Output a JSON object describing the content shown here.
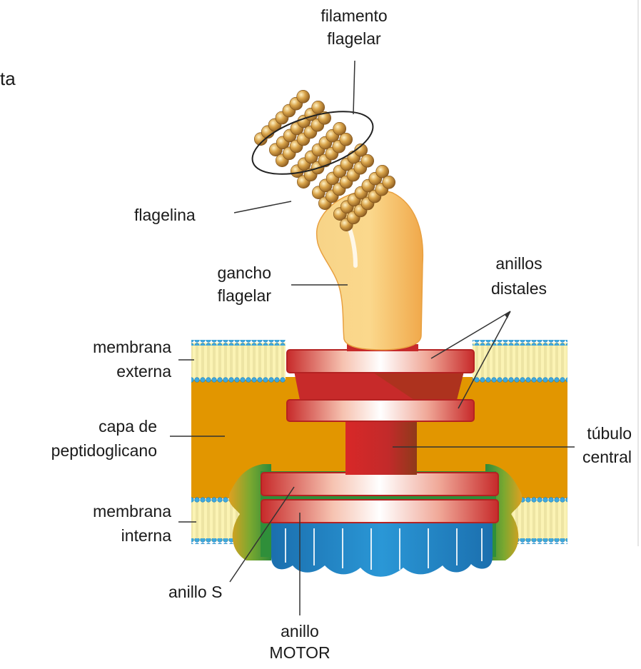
{
  "partial_text": "ta",
  "labels": {
    "filamento": "filamento",
    "flagelar_top": "flagelar",
    "flagelina": "flagelina",
    "gancho": "gancho",
    "gancho_flagelar": "flagelar",
    "anillos": "anillos",
    "distales": "distales",
    "membrana_ext": "membrana",
    "externa": "externa",
    "capa_de": "capa de",
    "peptidoglicano": "peptidoglicano",
    "tubulo": "túbulo",
    "central": "central",
    "membrana_int": "membrana",
    "interna": "interna",
    "anillo_s": "anillo S",
    "anillo": "anillo",
    "motor": "MOTOR"
  },
  "colors": {
    "peptidoglycan": "#e29600",
    "membrane_fill": "#fbf3b4",
    "lipid_head": "#35a7dc",
    "ring_red": "#d52a2a",
    "motor_blue": "#1f86c8",
    "flagellin": "#d1a035",
    "hook": "#f6c266",
    "green": "#3f9a3a"
  }
}
